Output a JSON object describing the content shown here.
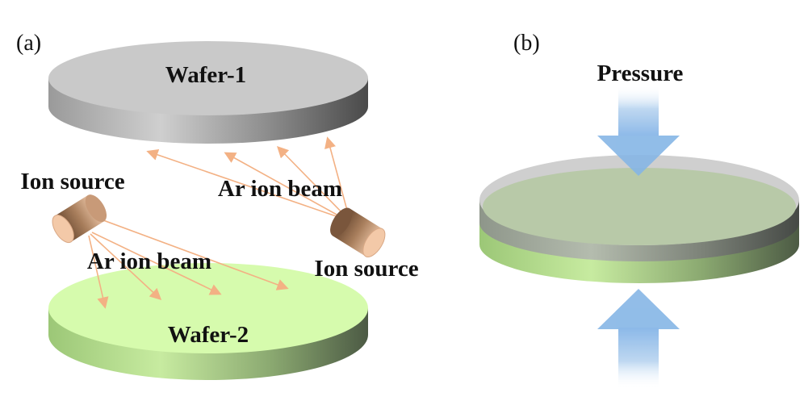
{
  "panel_a": {
    "label": "(a)",
    "wafer_top_label": "Wafer-1",
    "wafer_bottom_label": "Wafer-2",
    "ion_source_left_label": "Ion source",
    "ion_source_right_label": "Ion source",
    "beam_upper_label": "Ar ion beam",
    "beam_lower_label": "Ar ion beam"
  },
  "panel_b": {
    "label": "(b)",
    "pressure_label": "Pressure"
  },
  "colors": {
    "wafer_gray": "#c8c8c8",
    "wafer_green": "#d7fbae",
    "beam_orange": "#f5b88a",
    "pressure_blue": "#8cb8e6"
  }
}
